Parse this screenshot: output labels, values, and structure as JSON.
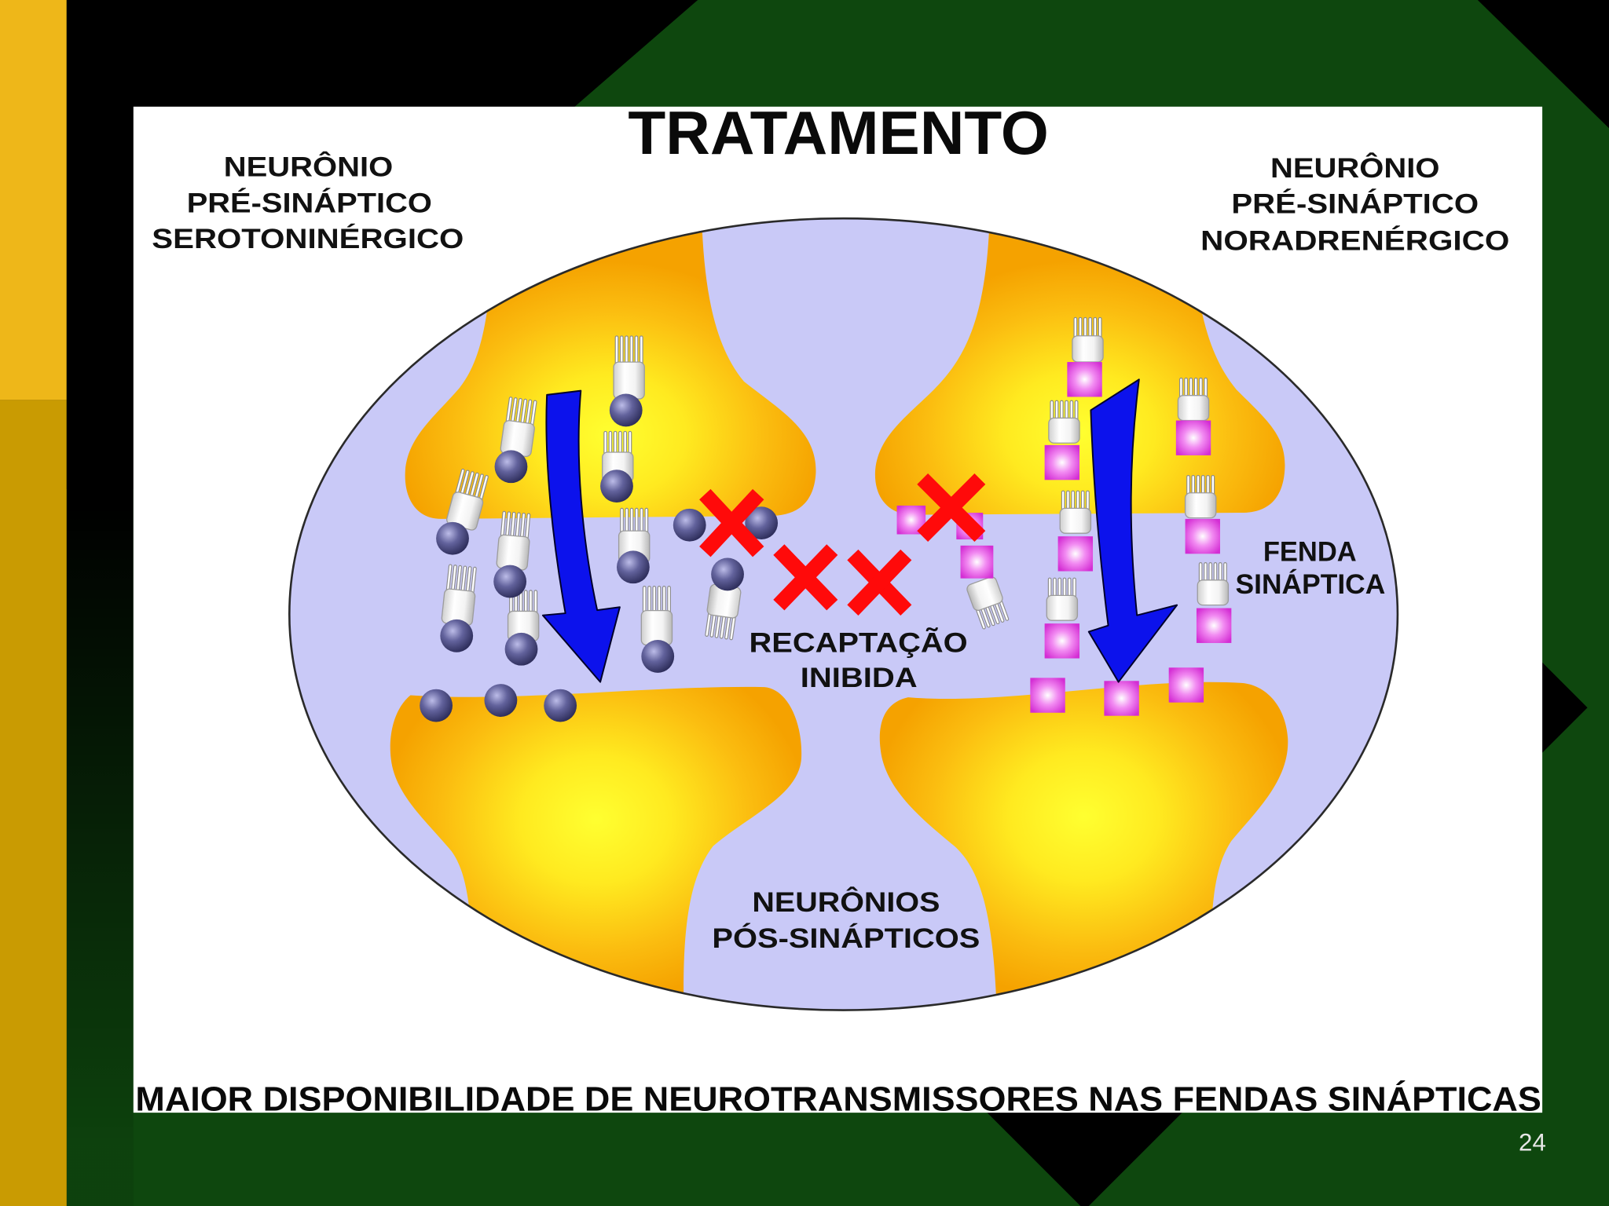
{
  "slide": {
    "title": "TRATAMENTO",
    "caption": "MAIOR DISPONIBILIDADE DE NEUROTRANSMISSORES NAS FENDAS SINÁPTICAS",
    "page_number": "24"
  },
  "diagram": {
    "serotonergic_neuron_label": [
      "NEURÔNIO",
      "PRÉ-SINÁPTICO",
      "SEROTONINÉRGICO"
    ],
    "noradrenergic_neuron_label": [
      "NEURÔNIO",
      "PRÉ-SINÁPTICO",
      "NORADRENÉRGICO"
    ],
    "synaptic_cleft_label": [
      "FENDA",
      "SINÁPTICA"
    ],
    "reuptake_label": [
      "RECAPTAÇÃO",
      "INIBIDA"
    ],
    "postsynaptic_label": [
      "NEURÔNIOS",
      "PÓS-SINÁPTICOS"
    ]
  },
  "colors": {
    "neuron_edge": "#f5a200",
    "neuron_core": "#ffff30",
    "synaptic_space": "#c9c9f7",
    "reuptake_arrow": "#0c12ec",
    "inhibition_mark": "#ff0a0a",
    "serotonin_molecule": "#4c4c80",
    "noradrenaline_molecule": "#e23ee2",
    "slide_background": "#0e470e",
    "accent_bar_upper": "#eeb719",
    "accent_bar_lower": "#c99b02"
  }
}
